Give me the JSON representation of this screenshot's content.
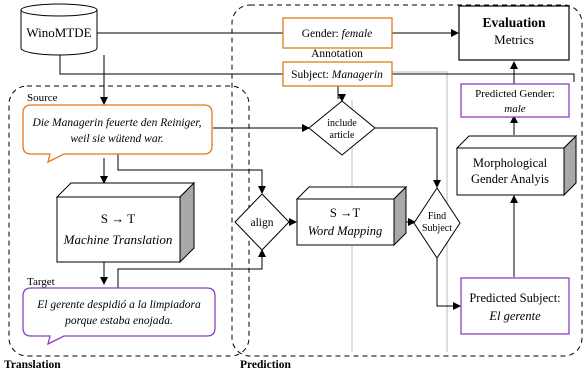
{
  "database": {
    "label": "WinoMTDE"
  },
  "gender_box": {
    "prefix": "Gender: ",
    "value": "female"
  },
  "annotation_label": "Annotation",
  "subject_box": {
    "prefix": "Subject: ",
    "value": "Managerin"
  },
  "evaluation": {
    "title": "Evaluation",
    "subtitle": "Metrics"
  },
  "predicted_gender": {
    "line1": "Predicted Gender:",
    "line2": "male"
  },
  "source": {
    "label": "Source",
    "line1": "Die Managerin feuerte den Reiniger,",
    "line2": "weil sie wütend war."
  },
  "include_article": {
    "line1": "include",
    "line2": "article"
  },
  "morph": {
    "line1": "Morphological",
    "line2": "Gender Analyis"
  },
  "mt_box": {
    "arrow_label": "S → T",
    "title": "Machine Translation"
  },
  "align": {
    "label": "align"
  },
  "word_mapping": {
    "arrow_label": "S →T",
    "title": "Word Mapping"
  },
  "find_subject": {
    "line1": "Find",
    "line2": "Subject"
  },
  "target": {
    "label": "Target",
    "line1": "El gerente despidió a la limpiadora",
    "line2": "porque estaba enojada."
  },
  "predicted_subject": {
    "line1": "Predicted Subject:",
    "line2": "El gerente"
  },
  "sections": {
    "translation": "Translation",
    "prediction": "Prediction"
  },
  "colors": {
    "orange": "#e07b1a",
    "purple": "#8b3fc4",
    "line": "#000000",
    "side_face": "#a9a9a9"
  }
}
